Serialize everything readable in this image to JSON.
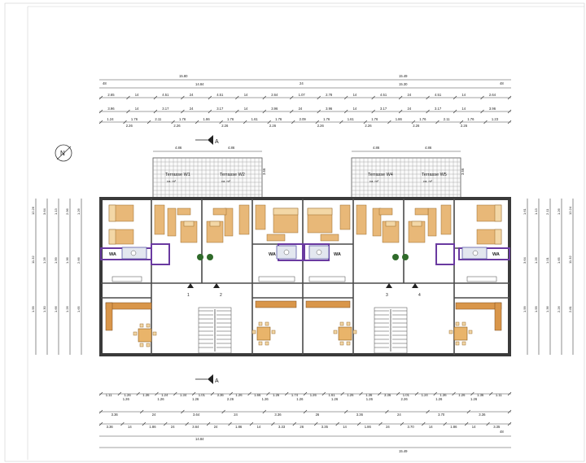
{
  "drawing": {
    "north_label": "N",
    "section_marker": "A",
    "terraces": [
      {
        "label": "Terrasse W1",
        "sub": "ca. m²"
      },
      {
        "label": "Terrasse W2",
        "sub": "ca. m²"
      },
      {
        "label": "Terrasse W4",
        "sub": "ca. m²"
      },
      {
        "label": "Terrasse W5",
        "sub": "ca. m²"
      }
    ],
    "wa_labels": [
      "WA",
      "WA",
      "WA",
      "WA"
    ],
    "entrances": [
      "1",
      "2",
      "3",
      "4"
    ],
    "top_dims": {
      "row1": [
        "15.80",
        "15.49"
      ],
      "row2": [
        "48",
        "14.84",
        "24",
        "15.30",
        "48"
      ],
      "row3": [
        "2.65",
        "14",
        "4.51",
        "24",
        "4.51",
        "14",
        "2.64",
        "1.07",
        "2.78",
        "14",
        "4.51",
        "24",
        "4.51",
        "14",
        "2.64"
      ],
      "row4": [
        "3.96",
        "14",
        "3.17",
        "24",
        "3.17",
        "14",
        "3.96",
        "24",
        "3.96",
        "14",
        "3.17",
        "24",
        "3.17",
        "14",
        "3.96"
      ],
      "row5": [
        "1.24",
        "1.76",
        "2.11",
        "1.76",
        "1.86",
        "1.76",
        "1.61",
        "1.76",
        "2.09",
        "1.76",
        "1.61",
        "1.76",
        "1.86",
        "1.76",
        "2.11",
        "1.76",
        "1.23"
      ],
      "row5_sub": [
        "2.26",
        "2.26",
        "2.26",
        "2.26",
        "2.26",
        "2.26",
        "2.26",
        "2.26"
      ],
      "terrace_widths": [
        "4.86",
        "4.86",
        "4.86",
        "4.86"
      ],
      "terrace_depth": [
        "3.66",
        "3.66"
      ]
    },
    "bottom_dims": {
      "row1": [
        "1.11",
        "1.26",
        "1.36",
        "1.24",
        "1.34",
        "1.01",
        "3.36",
        "1.26",
        "1.66",
        "1.26",
        "1.74",
        "1.26",
        "1.61",
        "1.26",
        "1.36",
        "3.36",
        "1.01",
        "1.24",
        "1.36",
        "1.26",
        "1.36",
        "1.11"
      ],
      "row1_sub": [
        "1.26",
        "1.26",
        "1.26",
        "2.26",
        "1.26",
        "1.26",
        "1.26",
        "1.26",
        "2.26",
        "1.26",
        "1.26"
      ],
      "row2": [
        "3.36",
        "24",
        "3.64",
        "24",
        "3.36",
        "26",
        "3.36",
        "24",
        "3.70",
        "3.36"
      ],
      "row3": [
        "3.36",
        "14",
        "1.86",
        "24",
        "3.64",
        "24",
        "1.86",
        "14",
        "3.33",
        "26",
        "3.35",
        "14",
        "1.86",
        "24",
        "3.70",
        "14",
        "1.86",
        "14",
        "3.35"
      ],
      "row4": [
        "14.84",
        "48"
      ],
      "row5": [
        "15.49"
      ]
    },
    "left_dims": [
      "12.26",
      "11.32",
      "1.99",
      "3.64",
      "1.26",
      "1.30",
      "1.13",
      "1.99",
      "1.66",
      "2.96",
      "1.36",
      "1.26",
      "1.26",
      "2.66",
      "1.65"
    ],
    "right_dims": [
      "12.24",
      "11.32",
      "2.81",
      "1.26",
      "1.65",
      "2.26",
      "2.11",
      "1.01",
      "1.36",
      "1.13",
      "1.26",
      "1.99",
      "1.61",
      "3.64",
      "1.99"
    ]
  }
}
